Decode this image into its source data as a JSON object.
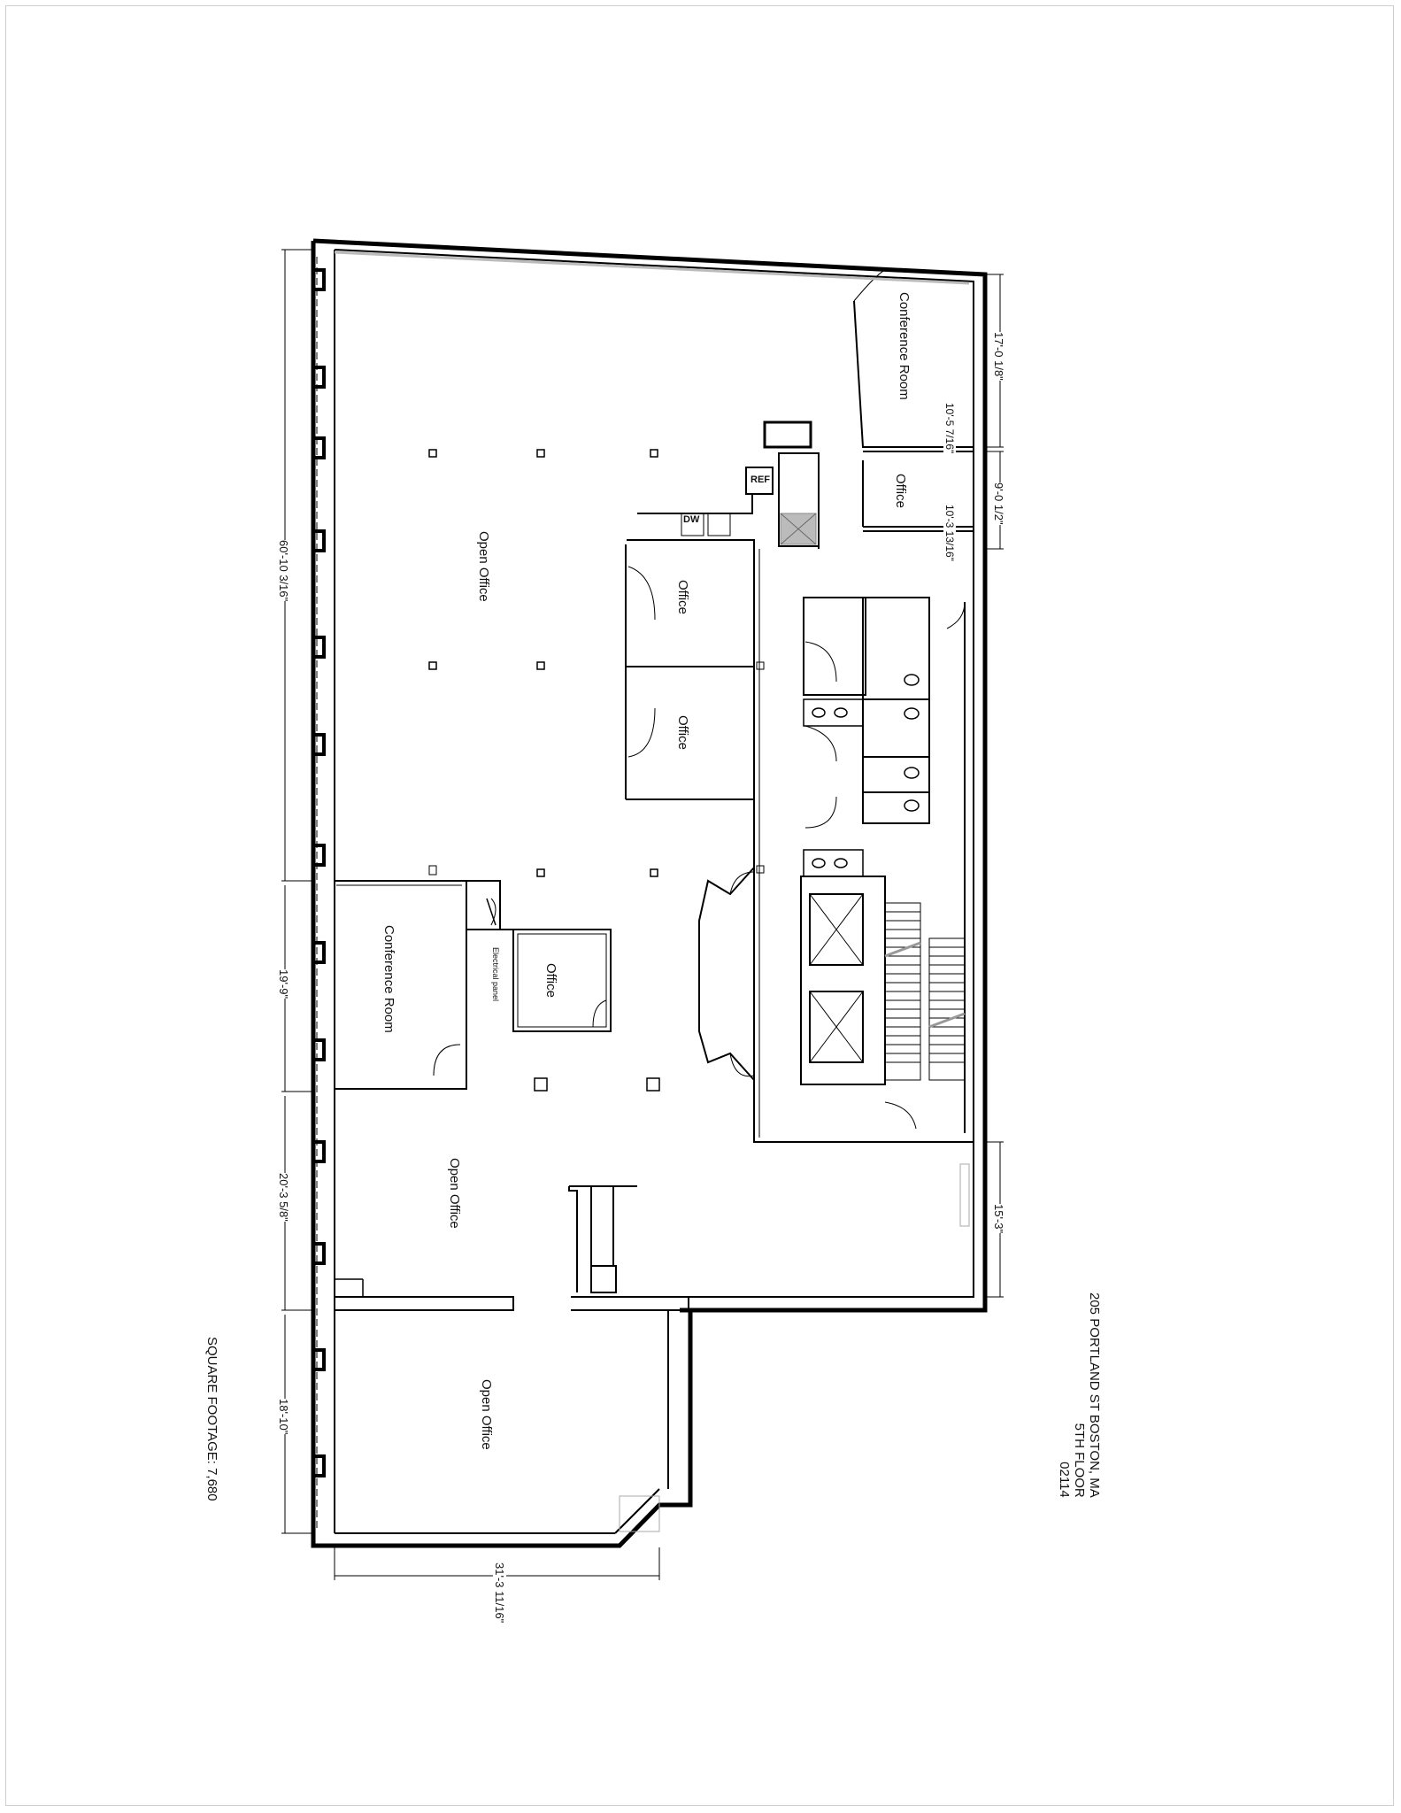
{
  "title_block": {
    "address": "205 PORTLAND ST BOSTON, MA",
    "floor": "5TH FLOOR",
    "zip": "02114"
  },
  "square_footage": "SQUARE FOOTAGE: 7,680",
  "rooms": [
    {
      "id": "open-office-main",
      "label": "Open Office"
    },
    {
      "id": "conference-room-top",
      "label": "Conference Room"
    },
    {
      "id": "office-top-right",
      "label": "Office"
    },
    {
      "id": "office-1",
      "label": "Office"
    },
    {
      "id": "office-2",
      "label": "Office"
    },
    {
      "id": "conference-room-left",
      "label": "Conference Room"
    },
    {
      "id": "office-small",
      "label": "Office"
    },
    {
      "id": "open-office-mid",
      "label": "Open Office"
    },
    {
      "id": "open-office-bottom",
      "label": "Open Office"
    }
  ],
  "fixtures": {
    "refrigerator": "REF",
    "dishwasher": "DW",
    "electrical_panel": "Electrical panel"
  },
  "dimensions": {
    "left_top": "60'-10 3/16\"",
    "left_mid": "19'-9\"",
    "left_lower": "20'-3 5/8\"",
    "left_bottom": "18'-10\"",
    "bottom": "31'-3 11/16\"",
    "right_top": "17'-0 1/8\"",
    "right_second": "9'-0 1/2\"",
    "right_lower": "15'-3\"",
    "conf_room_width": "10'-5 7/16\"",
    "office_width": "10'-3 13/16\""
  }
}
